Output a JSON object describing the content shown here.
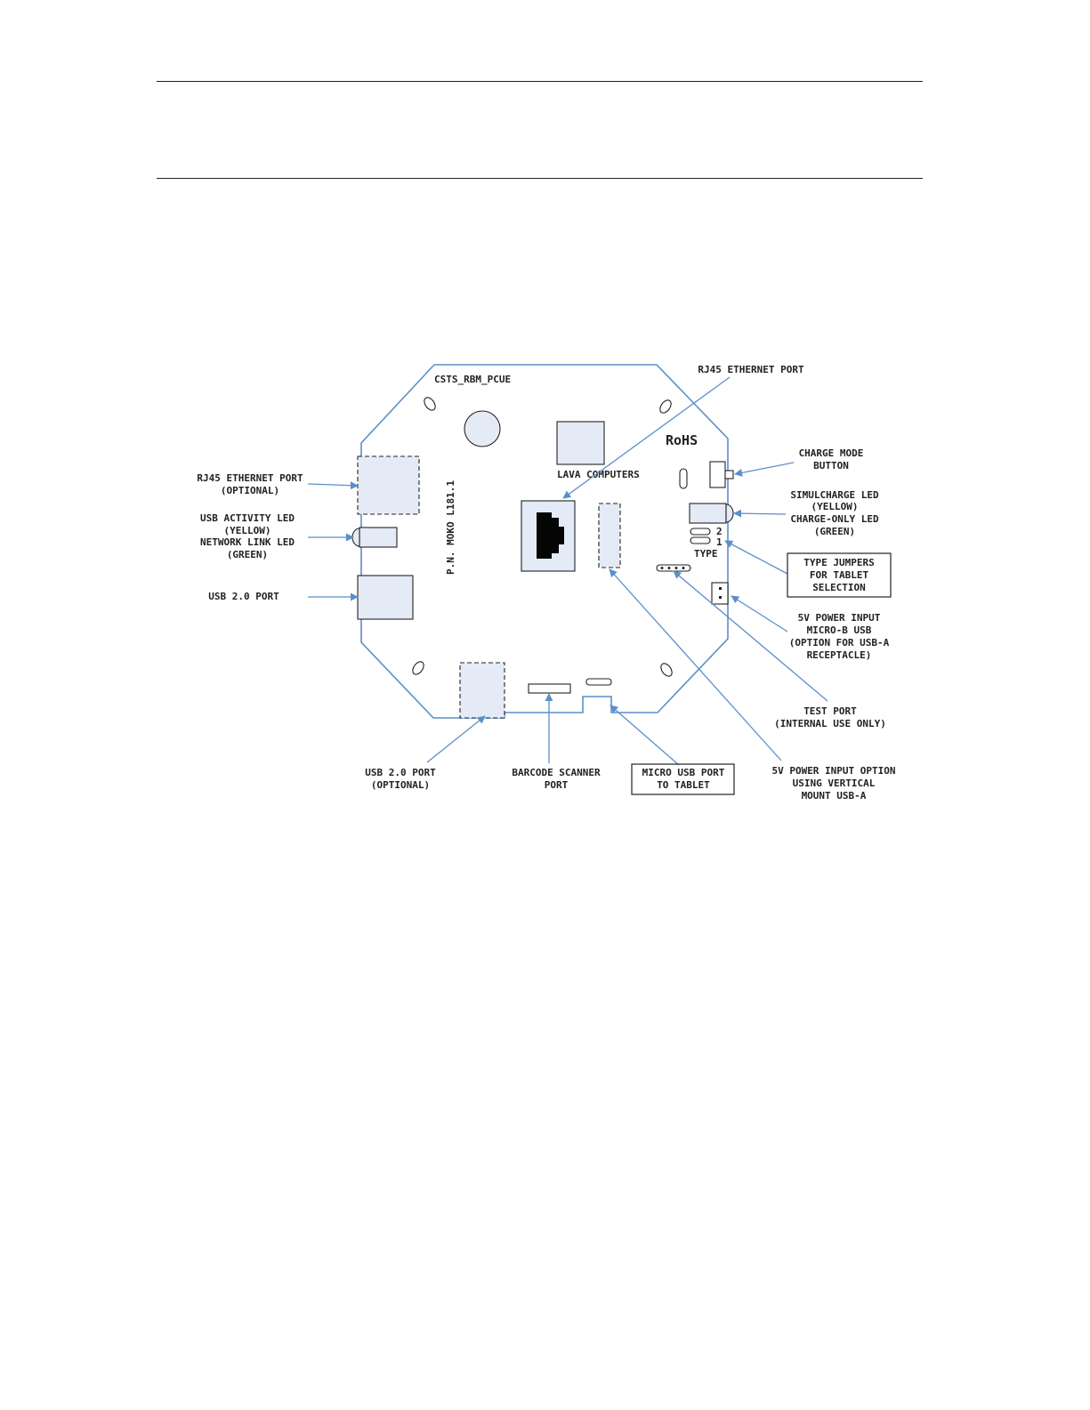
{
  "board": {
    "name": "CSTS_RBM_PCUE",
    "brand": "LAVA COMPUTERS",
    "part_number": "P.N. MOKO L181.1",
    "rohs": "RoHS",
    "type_title": "TYPE",
    "type_1": "1",
    "type_2": "2"
  },
  "callouts": {
    "rj45_top": "RJ45 ETHERNET PORT",
    "rj45_optional": [
      "RJ45 ETHERNET PORT",
      "(OPTIONAL)"
    ],
    "usb_led": [
      "USB ACTIVITY LED",
      "(YELLOW)",
      "NETWORK LINK LED",
      "(GREEN)"
    ],
    "usb_port": "USB 2.0 PORT",
    "charge_mode": [
      "CHARGE MODE",
      "BUTTON"
    ],
    "simulcharge": [
      "SIMULCHARGE LED",
      "(YELLOW)",
      "CHARGE-ONLY LED",
      "(GREEN)"
    ],
    "type_jumpers": [
      "TYPE JUMPERS",
      "FOR TABLET",
      "SELECTION"
    ],
    "power_input": [
      "5V POWER INPUT",
      "MICRO-B USB",
      "(OPTION FOR USB-A",
      "RECEPTACLE)"
    ],
    "test_port": [
      "TEST PORT",
      "(INTERNAL USE ONLY)"
    ],
    "power_option": [
      "5V POWER INPUT OPTION",
      "USING VERTICAL",
      "MOUNT USB-A"
    ],
    "usb_optional": [
      "USB 2.0 PORT",
      "(OPTIONAL)"
    ],
    "barcode": [
      "BARCODE SCANNER",
      "PORT"
    ],
    "micro_usb": [
      "MICRO USB PORT",
      "TO TABLET"
    ]
  }
}
